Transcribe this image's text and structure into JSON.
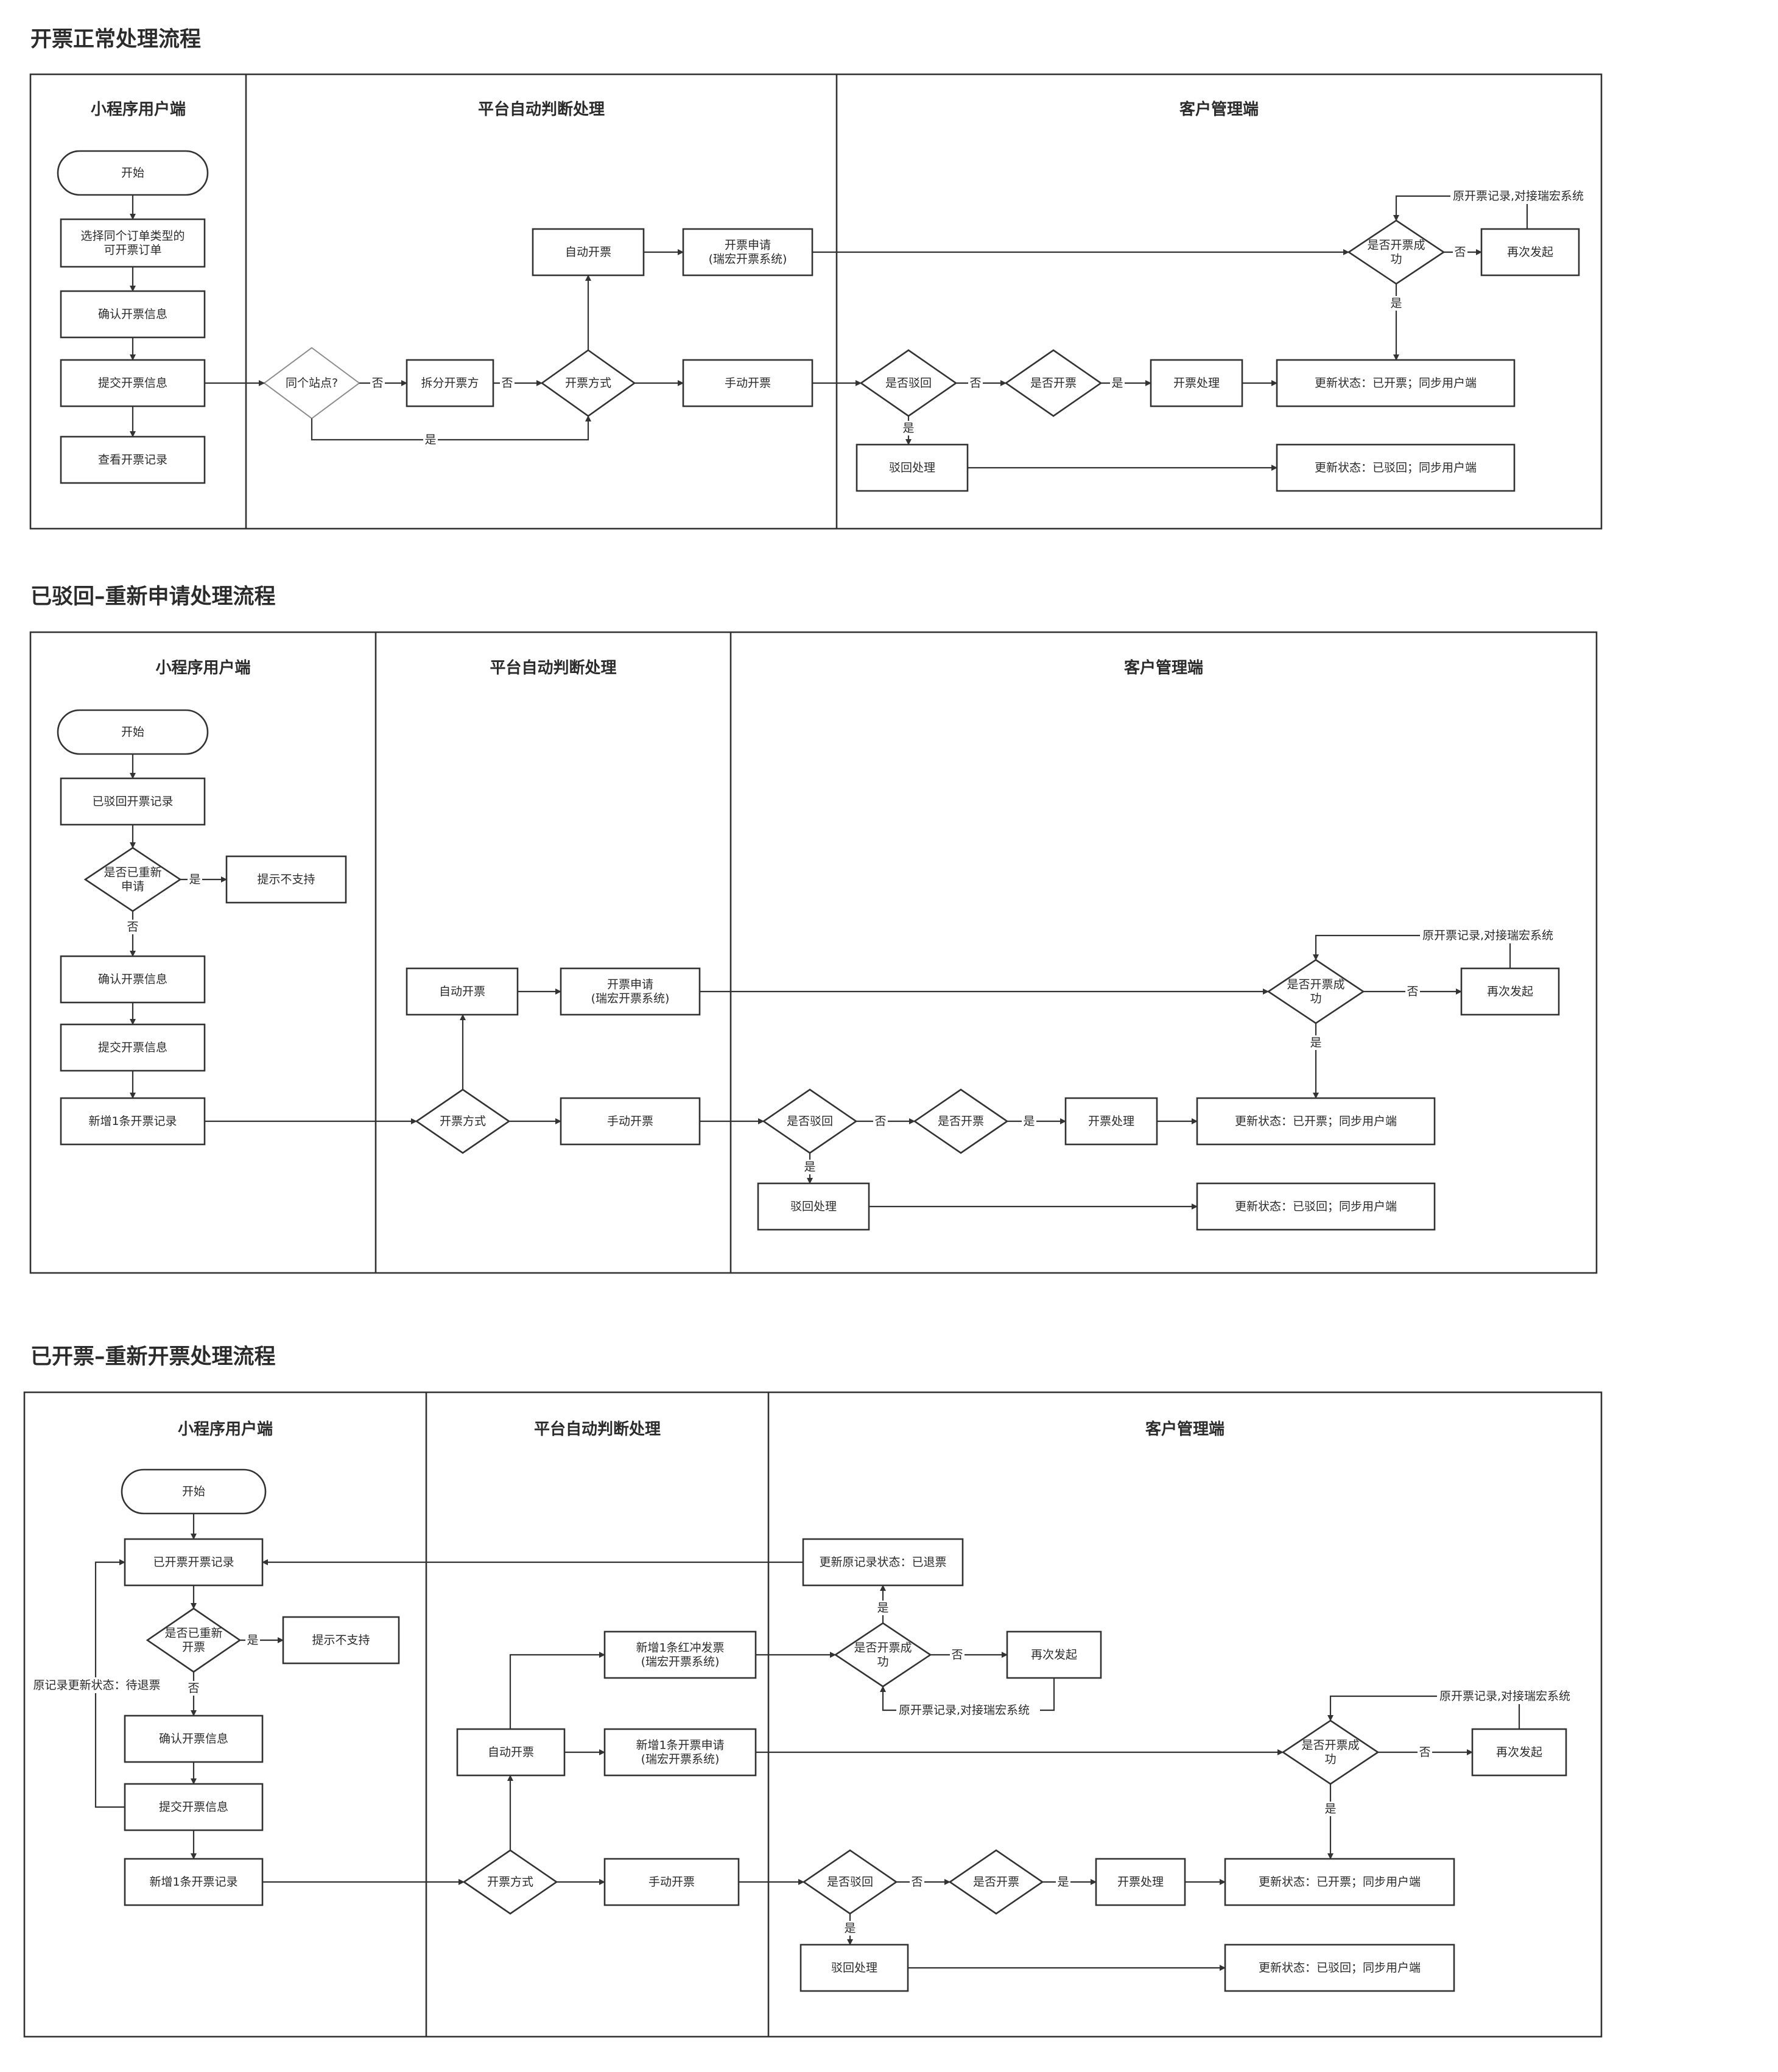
{
  "sections": [
    {
      "title": "开票正常处理流程",
      "lanes": [
        "小程序用户端",
        "平台自动判断处理",
        "客户管理端"
      ],
      "nodes": {
        "start": "开始",
        "select_orders": [
          "选择同个订单类型的",
          "可开票订单"
        ],
        "confirm": "确认开票信息",
        "submit": "提交开票信息",
        "view": "查看开票记录",
        "same_site": "同个站点?",
        "split": "拆分开票方",
        "method": "开票方式",
        "auto": "自动开票",
        "apply": [
          "开票申请",
          "(瑞宏开票系统)"
        ],
        "manual": "手动开票",
        "rejected_q": "是否驳回",
        "issue_q": "是否开票",
        "process": "开票处理",
        "success_q": [
          "是否开票成",
          "功"
        ],
        "retry": "再次发起",
        "status_issued": "更新状态：已开票；同步用户端",
        "reject_handle": "驳回处理",
        "status_rejected": "更新状态：已驳回；同步用户端",
        "loop_note": "原开票记录,对接瑞宏系统"
      }
    },
    {
      "title": "已驳回–重新申请处理流程",
      "lanes": [
        "小程序用户端",
        "平台自动判断处理",
        "客户管理端"
      ],
      "nodes": {
        "start": "开始",
        "rejected_record": "已驳回开票记录",
        "reapplied_q": [
          "是否已重新",
          "申请"
        ],
        "not_supported": "提示不支持",
        "confirm": "确认开票信息",
        "submit": "提交开票信息",
        "new_record": "新增1条开票记录",
        "method": "开票方式",
        "auto": "自动开票",
        "apply": [
          "开票申请",
          "(瑞宏开票系统)"
        ],
        "manual": "手动开票",
        "rejected_q": "是否驳回",
        "issue_q": "是否开票",
        "process": "开票处理",
        "success_q": [
          "是否开票成",
          "功"
        ],
        "retry": "再次发起",
        "status_issued": "更新状态：已开票；同步用户端",
        "reject_handle": "驳回处理",
        "status_rejected": "更新状态：已驳回；同步用户端",
        "loop_note": "原开票记录,对接瑞宏系统"
      }
    },
    {
      "title": "已开票–重新开票处理流程",
      "lanes": [
        "小程序用户端",
        "平台自动判断处理",
        "客户管理端"
      ],
      "nodes": {
        "start": "开始",
        "issued_record": "已开票开票记录",
        "reissued_q": [
          "是否已重新",
          "开票"
        ],
        "not_supported": "提示不支持",
        "confirm": "确认开票信息",
        "submit": "提交开票信息",
        "new_record": "新增1条开票记录",
        "pending_note": "原记录更新状态：待退票",
        "method": "开票方式",
        "auto": "自动开票",
        "red_invoice": [
          "新增1条红冲发票",
          "(瑞宏开票系统)"
        ],
        "new_apply": [
          "新增1条开票申请",
          "(瑞宏开票系统)"
        ],
        "manual": "手动开票",
        "update_orig": "更新原记录状态：已退票",
        "red_success_q": [
          "是否开票成",
          "功"
        ],
        "red_retry": "再次发起",
        "red_loop_note": "原开票记录,对接瑞宏系统",
        "success_q": [
          "是否开票成",
          "功"
        ],
        "retry": "再次发起",
        "loop_note": "原开票记录,对接瑞宏系统",
        "rejected_q": "是否驳回",
        "issue_q": "是否开票",
        "process": "开票处理",
        "status_issued": "更新状态：已开票；同步用户端",
        "reject_handle": "驳回处理",
        "status_rejected": "更新状态：已驳回；同步用户端"
      }
    }
  ],
  "edge_labels": {
    "yes": "是",
    "no": "否"
  }
}
